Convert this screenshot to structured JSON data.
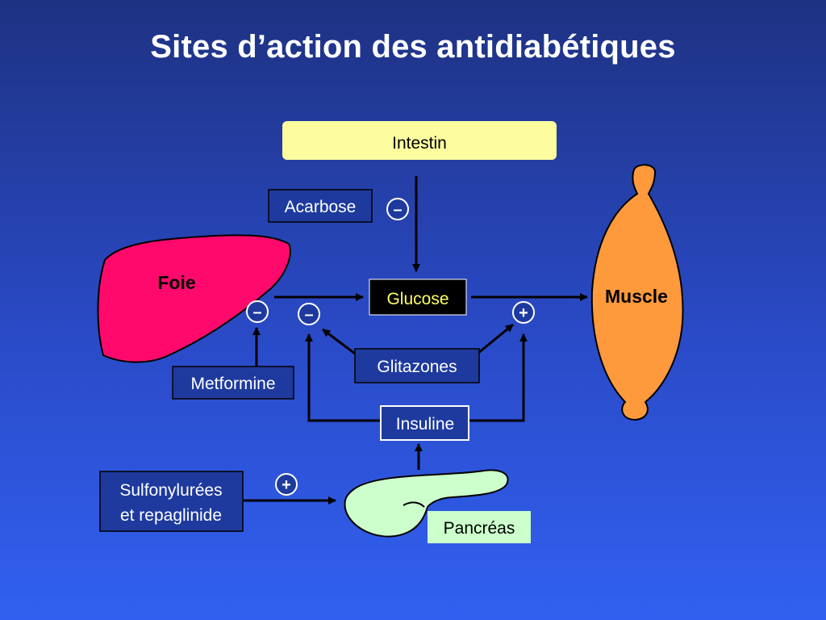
{
  "title": "Sites d’action des antidiabétiques",
  "nodes": {
    "intestin": "Intestin",
    "glucose": "Glucose",
    "foie": "Foie",
    "muscle": "Muscle",
    "pancreas": "Pancréas"
  },
  "drugs": {
    "acarbose": "Acarbose",
    "metformine": "Metformine",
    "glitazones": "Glitazones",
    "insuline": "Insuline",
    "sulfonylurees_line1": "Sulfonylurées",
    "sulfonylurees_line2": "et repaglinide"
  },
  "signs": {
    "acarbose": "–",
    "metformine": "–",
    "glucose_left": "–",
    "muscle": "+",
    "pancreas": "+"
  },
  "colors": {
    "intestin_fill": "#fdfda0",
    "glucose_fill": "#000000",
    "glucose_text": "#ffff66",
    "drug_box_fill": "#1e3a9e",
    "insuline_fill": "#ffffff",
    "liver_fill": "#ff0a6c",
    "muscle_fill": "#ff9a3c",
    "pancreas_fill": "#ccffcc"
  }
}
